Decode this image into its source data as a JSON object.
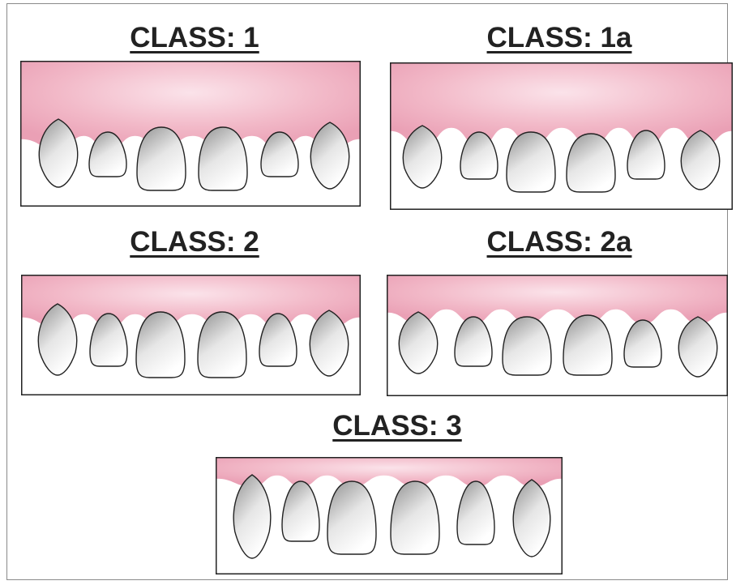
{
  "colors": {
    "gum_light": "#fbe3ea",
    "gum_mid": "#f2b9c8",
    "gum_dark": "#eaa0b5",
    "tooth_shade": "#8f8f8f",
    "tooth_white": "#ffffff",
    "outline": "#222222",
    "title_text": "#222222"
  },
  "panels": [
    {
      "id": "class-1",
      "title": "CLASS: 1"
    },
    {
      "id": "class-1a",
      "title": "CLASS: 1a"
    },
    {
      "id": "class-2",
      "title": "CLASS: 2"
    },
    {
      "id": "class-2a",
      "title": "CLASS: 2a"
    },
    {
      "id": "class-3",
      "title": "CLASS: 3"
    }
  ],
  "tooth_names": [
    "right-canine",
    "right-lateral-incisor",
    "right-central-incisor",
    "left-central-incisor",
    "left-lateral-incisor",
    "left-canine"
  ]
}
